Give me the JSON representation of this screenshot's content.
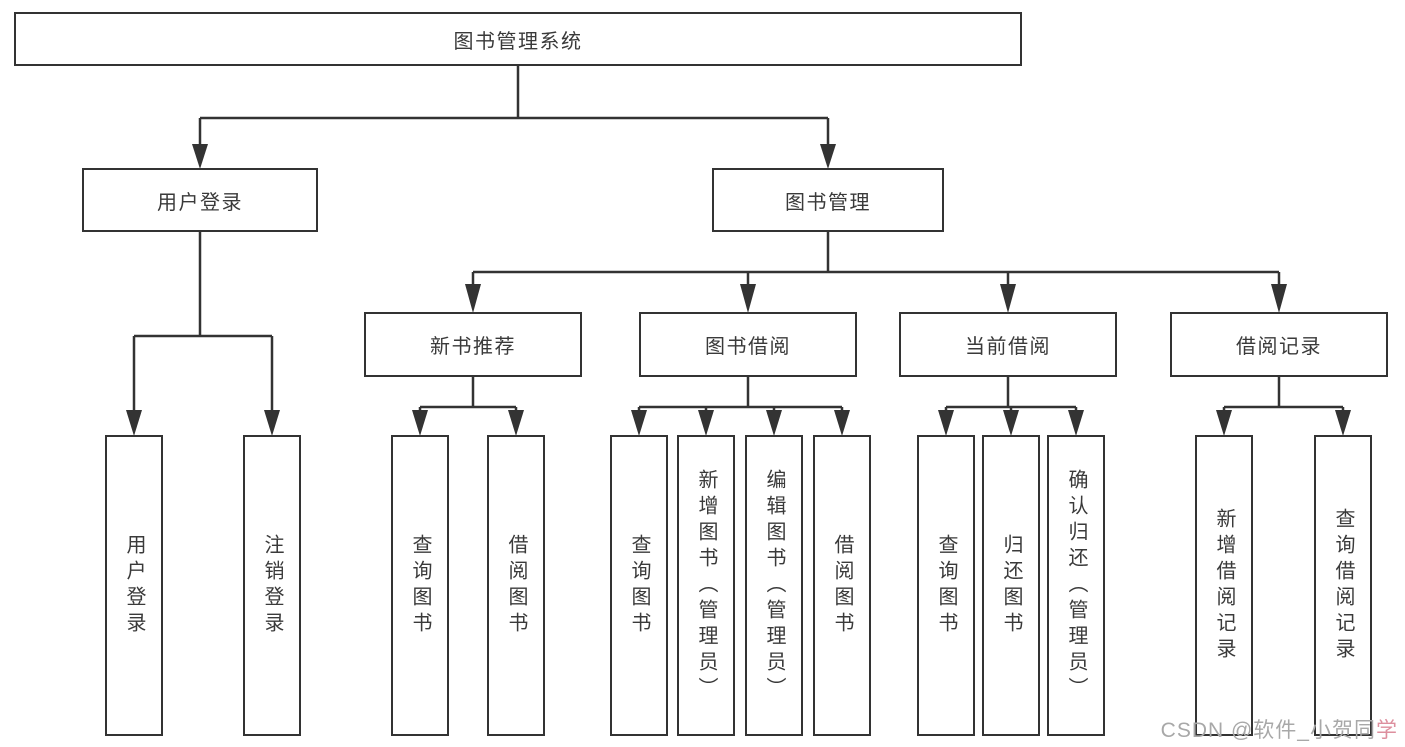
{
  "colors": {
    "line": "#333333",
    "text": "#3a3a3a",
    "background": "#ffffff",
    "watermark": "#a8a8a8",
    "watermark_accent": "#dd8f9e"
  },
  "root": {
    "label": "图书管理系统"
  },
  "level1": {
    "user_login": {
      "label": "用户登录"
    },
    "book_management": {
      "label": "图书管理"
    }
  },
  "level2": {
    "new_book_recommend": {
      "label": "新书推荐"
    },
    "book_borrow": {
      "label": "图书借阅"
    },
    "current_borrow": {
      "label": "当前借阅"
    },
    "borrow_records": {
      "label": "借阅记录"
    }
  },
  "leaves": {
    "user_login": [
      "用户登录",
      "注销登录"
    ],
    "new_book_recommend": [
      "查询图书",
      "借阅图书"
    ],
    "book_borrow": [
      "查询图书",
      "新增图书（管理员）",
      "编辑图书（管理员）",
      "借阅图书"
    ],
    "current_borrow": [
      "查询图书",
      "归还图书",
      "确认归还（管理员）"
    ],
    "borrow_records": [
      "新增借阅记录",
      "查询借阅记录"
    ]
  },
  "watermark": {
    "prefix": "CSDN @软件_小贺同",
    "accent": "学"
  }
}
